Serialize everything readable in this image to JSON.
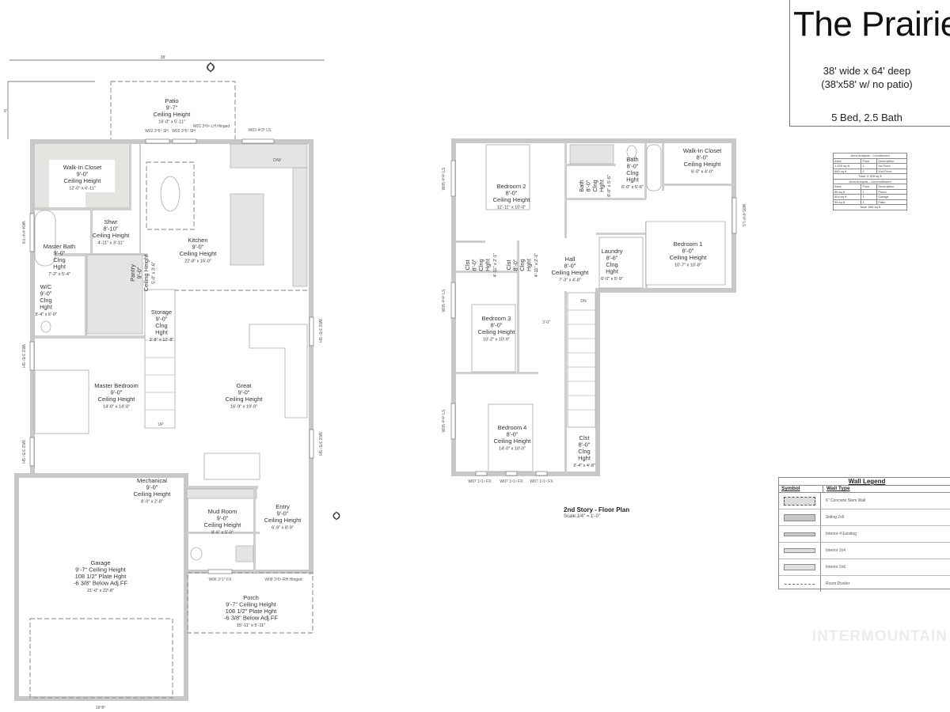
{
  "title_block": {
    "name": "The Prairie",
    "dimensions": "38' wide x 64' deep",
    "dimensions_alt": "(38'x58' w/ no patio)",
    "beds_baths": "5 Bed, 2.5 Bath"
  },
  "area_analysis": {
    "conditioned_title": "Area Analysis - Conditioned",
    "columns": [
      "Area",
      "Floor",
      "Description"
    ],
    "conditioned_rows": [
      [
        "1,425 sq ft",
        "1",
        "1st Floor"
      ],
      [
        "880 sq ft",
        "2",
        "2nd Floor"
      ]
    ],
    "conditioned_total": "Total: 2,305 sq ft",
    "unconditioned_title": "Area Analysis - Unconditioned",
    "unconditioned_rows": [
      [
        "96 sq ft",
        "1",
        "Porch"
      ],
      [
        "504 sq ft",
        "1",
        "Garage"
      ],
      [
        "96 sq ft",
        "1",
        "Patio"
      ]
    ],
    "unconditioned_total": "Total: 696 sq ft"
  },
  "wall_legend": {
    "title": "Wall Legend",
    "col_symbol": "Symbol",
    "col_type": "Wall Type",
    "rows": [
      "6\" Concrete Stem Wall",
      "Siding 2x6",
      "Interior-4 Existing",
      "Interior 2x4",
      "Interior 2x6",
      "Room Divider"
    ]
  },
  "watermark": "INTERMOUNTAIN",
  "first_floor": {
    "overall_width": "38'",
    "patio_depth": "6'",
    "garage_door": "16⁰8⁰",
    "rooms": [
      {
        "lines": [
          "Patio",
          "9'-7\"",
          "Ceiling Height",
          "16'-0\" x 5'-11\""
        ]
      },
      {
        "lines": [
          "Walk-In Closet",
          "9'-0\"",
          "Ceiling Height",
          "12'-0\" x 6'-11\""
        ]
      },
      {
        "lines": [
          "Shwr",
          "8'-10\"",
          "Ceiling Height",
          "4'-11\" x 3'-11\""
        ]
      },
      {
        "lines": [
          "Master Bath",
          "9'-0\"",
          "Clng",
          "Hght",
          "7'-2\" x 5'-4\""
        ]
      },
      {
        "lines": [
          "W/C",
          "9'-0\"",
          "Clng",
          "Hght",
          "3'-4\" x 6'-0\""
        ]
      },
      {
        "lines": [
          "Kitchen",
          "9'-0\"",
          "Ceiling Height",
          "22'-8\" x 15'-0\""
        ]
      },
      {
        "lines": [
          "Pantry",
          "9'-0\"",
          "Ceiling Height",
          "5'-0\" x 3'-6\""
        ]
      },
      {
        "lines": [
          "Storage",
          "9'-0\"",
          "Clng",
          "Hght",
          "3'-8\" x 12'-8\""
        ]
      },
      {
        "lines": [
          "Master Bedroom",
          "9'-0\"",
          "Ceiling Height",
          "14'-0\" x 14'-0\""
        ]
      },
      {
        "lines": [
          "Great",
          "9'-0\"",
          "Ceiling Height",
          "16'-9\" x 19'-9\""
        ]
      },
      {
        "lines": [
          "Mechanical",
          "9'-0\"",
          "Ceiling Height",
          "8'-0\" x 2'-8\""
        ]
      },
      {
        "lines": [
          "Mud Room",
          "9'-0\"",
          "Ceiling Height",
          "8'-6\" x 5'-0\""
        ]
      },
      {
        "lines": [
          "Entry",
          "9'-0\"",
          "Ceiling Height",
          "6'-9\" x 8'-9\""
        ]
      },
      {
        "lines": [
          "Garage",
          "9'-7\" Ceiling Height",
          "108 1/2\" Plate Hght",
          "-6 3/8\" Below Adj.FF",
          "21'-0\" x 22'-8\""
        ]
      },
      {
        "lines": [
          "Porch",
          "9'-7\" Ceiling Height",
          "108 1/2\" Plate Hght",
          "-6 3/8\" Below Adj.FF",
          "15'-11\" x 5'-11\""
        ]
      }
    ],
    "windows": [
      "W02 3⁰5⁰ SH",
      "W02 3⁰5⁰ SH",
      "W01 3⁰6⁸ LH Hinged",
      "W03 4⁰3⁰ LS",
      "W04 4⁰4⁰ FX",
      "W02 3⁰5⁰ SH",
      "W02 3⁰5⁰ SH",
      "W02 3⁰5⁰ SH",
      "W02 3⁰5⁰ SH",
      "W06 3⁰1⁰ FX",
      "W08 3⁰6⁸ RH Hinged"
    ],
    "stair_label": "UP",
    "appliance_dw": "D/W"
  },
  "second_floor": {
    "caption": "2nd Story - Floor Plan",
    "scale": "Scale:1/4\" = 1'-0\"",
    "rooms": [
      {
        "lines": [
          "Bedroom 2",
          "8'-0\"",
          "Ceiling Height",
          "12'-11\" x 10'-0\""
        ]
      },
      {
        "lines": [
          "Bath",
          "8'-0\"",
          "Clng",
          "Hght",
          "6'-0\" x 5'-6\""
        ]
      },
      {
        "lines": [
          "Bath",
          "8'-0\"",
          "Clng",
          "Hght",
          "6'-0\" x 5'-6\""
        ]
      },
      {
        "lines": [
          "Walk-In Closet",
          "8'-0\"",
          "Ceiling Height",
          "6'-0\" x 4'-0\""
        ]
      },
      {
        "lines": [
          "Clst",
          "8'-0\"",
          "Clng",
          "Hght",
          "4'-11\" x 2'-1\""
        ]
      },
      {
        "lines": [
          "Clst",
          "8'-0\"",
          "Clng",
          "Hght",
          "4'-11\" x 2'-1\""
        ]
      },
      {
        "lines": [
          "Hall",
          "8'-0\"",
          "Ceiling Height",
          "7'-3\" x 4'-8\""
        ]
      },
      {
        "lines": [
          "Laundry",
          "8'-6\"",
          "Clng",
          "Hght",
          "6'-0\" x 5'-9\""
        ]
      },
      {
        "lines": [
          "Bedroom 1",
          "8'-0\"",
          "Ceiling Height",
          "10'-7\" x 10'-8\""
        ]
      },
      {
        "lines": [
          "Bedroom 3",
          "8'-0\"",
          "Ceiling Height",
          "10'-2\" x 10'-9\""
        ]
      },
      {
        "lines": [
          "Bedroom 4",
          "8'-0\"",
          "Ceiling Height",
          "14'-0\" x 10'-0\""
        ]
      },
      {
        "lines": [
          "Clst",
          "8'-0\"",
          "Clng",
          "Hght",
          "3'-4\" x 4'-8\""
        ]
      }
    ],
    "windows": [
      "W05 4⁰4⁰ LS",
      "W05 4⁰4⁰ LS",
      "W05 4⁰4⁰ LS",
      "W05 4⁰4⁰ LS",
      "W07 1⁶1⁴ FX",
      "W07 1⁶1⁴ FX",
      "W07 1⁶1⁴ FX"
    ],
    "stair_label": "DN",
    "hall_width": "3'-0\""
  }
}
